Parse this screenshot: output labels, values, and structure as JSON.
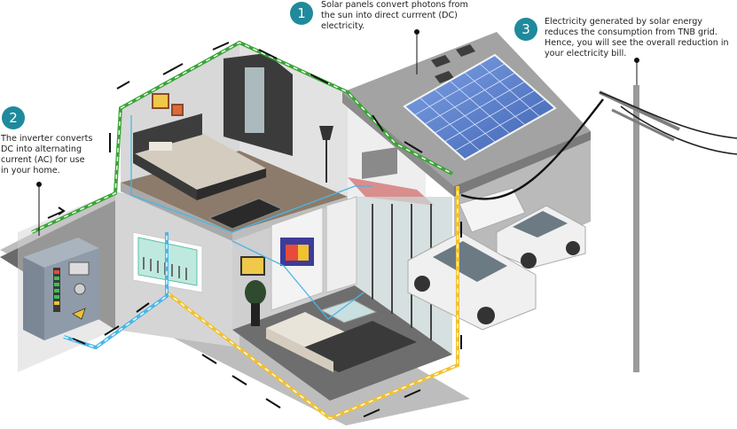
{
  "callouts": [
    {
      "number": "1",
      "lines": [
        "Solar panels convert photons from",
        "the sun into direct currrent (DC)",
        "electricity."
      ]
    },
    {
      "number": "2",
      "lines": [
        "The inverter converts",
        "DC into alternating",
        "current (AC) for use",
        "in your home."
      ]
    },
    {
      "number": "3",
      "lines": [
        "Electricity generated by solar energy",
        "reduces the consumption from TNB grid.",
        "Hence, you will see the overall reduction in",
        "your electricity bill."
      ]
    }
  ],
  "colors": {
    "badge": "#1f8a9c",
    "dc_line": "#3aa537",
    "ac_line": "#f2c12e",
    "inverter_line": "#49b6e8",
    "house_wall": "#d6d6d6",
    "roof": "#9a9a9a",
    "floor": "#6d6d6d",
    "solar_panel": "#4f78c9"
  },
  "icons": [
    "solar-panel-icon",
    "inverter-icon",
    "distribution-board-icon",
    "utility-pole-icon",
    "car-icon",
    "arrow-icon"
  ]
}
